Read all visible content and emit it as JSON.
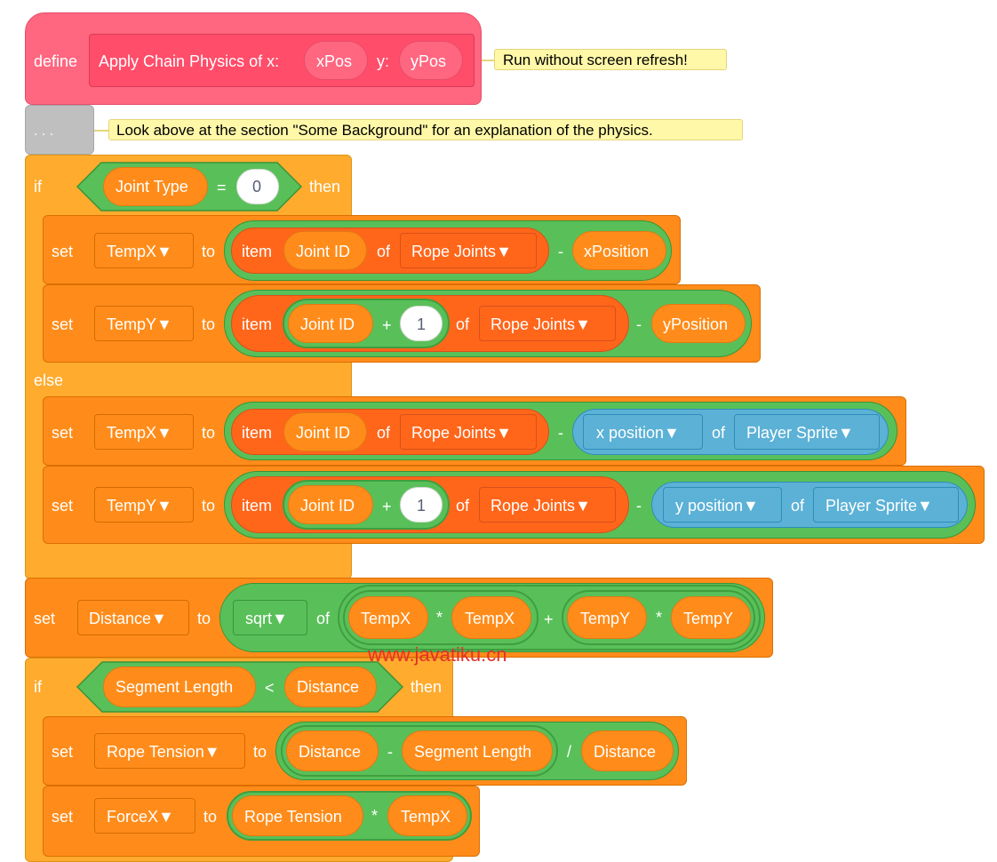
{
  "define_block": {
    "keyword": "define",
    "proc_label": "Apply Chain Physics of x:",
    "param1": "xPos",
    "y_label": "y:",
    "param2": "yPos",
    "comment": "Run without screen refresh!"
  },
  "ellipsis_block": {
    "label": ". . .",
    "comment": "Look above at the section \"Some Background\" for an explanation of the physics."
  },
  "if1": {
    "if_kw": "if",
    "lhs": "Joint Type",
    "op": "=",
    "rhs": "0",
    "then_kw": "then",
    "else_kw": "else"
  },
  "common": {
    "set": "set",
    "to": "to",
    "item": "item",
    "of": "of",
    "minus": "-",
    "plus": "+",
    "times": "*",
    "divide": "/",
    "joint_id": "Joint ID",
    "one": "1",
    "rope_joints": "Rope Joints",
    "temp_x": "TempX",
    "temp_y": "TempY",
    "x_position": "xPosition",
    "y_position": "yPosition",
    "x_pos_sensing": "x position",
    "y_pos_sensing": "y position",
    "player_sprite": "Player Sprite"
  },
  "distance_block": {
    "var": "Distance",
    "fn": "sqrt"
  },
  "if2": {
    "if_kw": "if",
    "lhs": "Segment Length",
    "op": "<",
    "rhs": "Distance",
    "then_kw": "then"
  },
  "tension_block": {
    "var": "Rope Tension",
    "a": "Distance",
    "b": "Segment Length",
    "c": "Distance"
  },
  "forcex_block": {
    "var": "ForceX",
    "a": "Rope Tension",
    "b": "TempX"
  },
  "watermark": "www.javatiku.cn",
  "colors": {
    "define": "#FF6680",
    "control": "#FFAB2E",
    "variables": "#FF8C1A",
    "operators": "#59C059",
    "lists": "#FF661A",
    "sensing": "#5CB1D6",
    "comment": "#FFF8A8"
  }
}
